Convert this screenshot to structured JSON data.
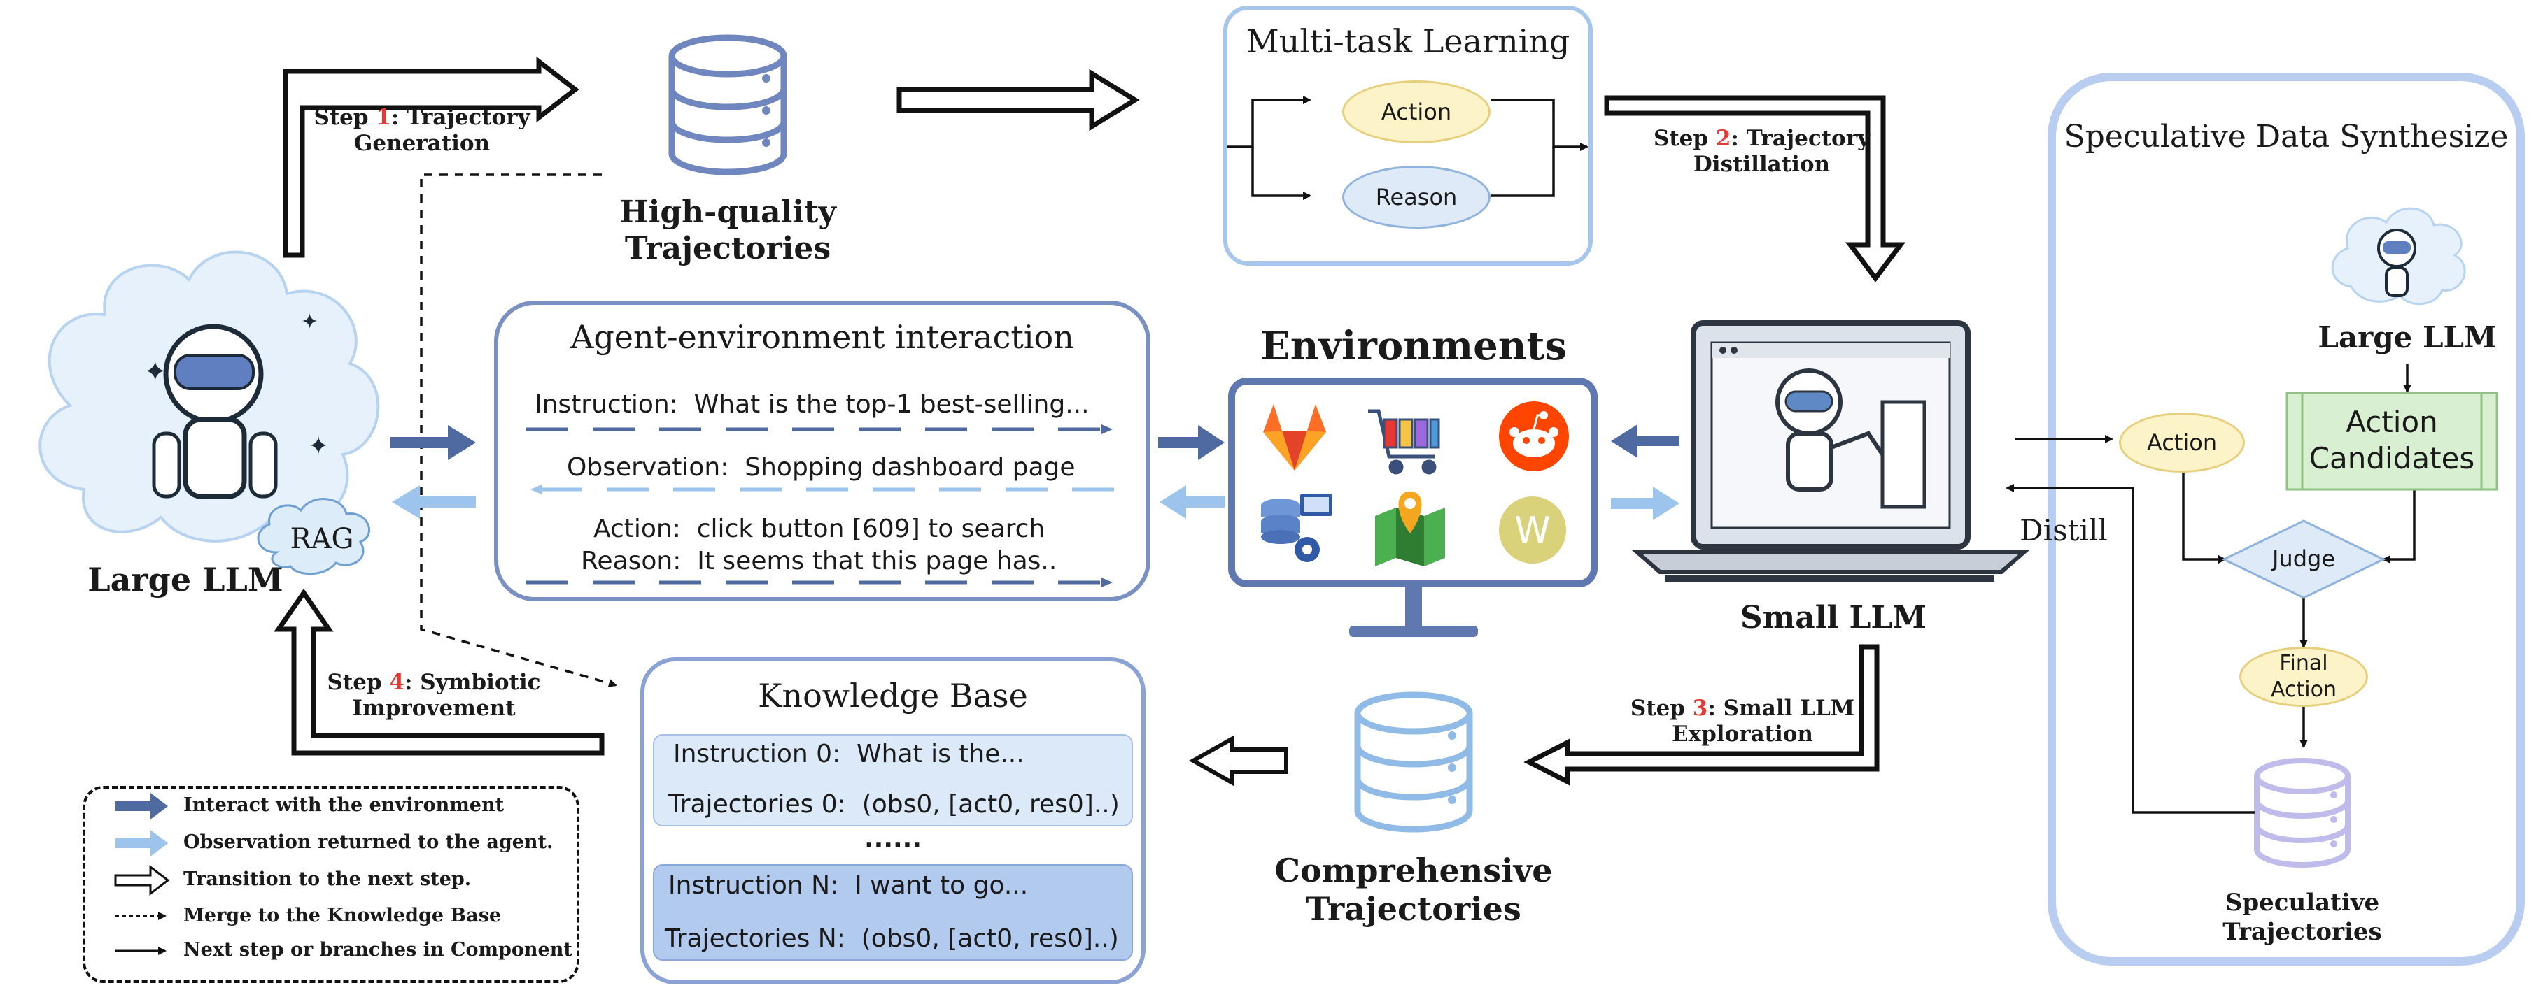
{
  "steps": {
    "step1": {
      "prefix": "Step ",
      "num": "1",
      "rest": ": Trajectory",
      "line2": "Generation"
    },
    "step2": {
      "prefix": "Step ",
      "num": "2",
      "rest": ": Trajectory",
      "line2": "Distillation"
    },
    "step3": {
      "prefix": "Step ",
      "num": "3",
      "rest": ": Small LLM",
      "line2": "Exploration"
    },
    "step4": {
      "prefix": "Step ",
      "num": "4",
      "rest": ": Symbiotic",
      "line2": "Improvement"
    }
  },
  "hq_trajectories": {
    "line1": "High-quality",
    "line2": "Trajectories"
  },
  "multitask": {
    "title": "Multi-task Learning",
    "action": "Action",
    "reason": "Reason"
  },
  "large_llm": {
    "label": "Large LLM",
    "rag": "RAG"
  },
  "interaction": {
    "title": "Agent-environment interaction",
    "rows": [
      {
        "key": "Instruction:",
        "value": "What is the top-1 best-selling..."
      },
      {
        "key": "Observation:",
        "value": "Shopping dashboard page"
      },
      {
        "key": "Action:",
        "value": "click button [609] to search"
      },
      {
        "key": "Reason:",
        "value": "It seems that this page has.."
      }
    ]
  },
  "environments": {
    "title": "Environments",
    "icons": [
      "gitlab-icon",
      "shopping-cart-icon",
      "reddit-icon",
      "cms-admin-icon",
      "map-icon",
      "wikipedia-icon"
    ],
    "wiki_letter": "W"
  },
  "small_llm": {
    "label": "Small LLM"
  },
  "knowledge_base": {
    "title": "Knowledge Base",
    "entries": [
      {
        "instr_key": "Instruction 0:",
        "instr_val": "What is the...",
        "traj_key": "Trajectories 0:",
        "traj_val": "(obs0, [act0, res0]..)"
      },
      {
        "instr_key": "Instruction N:",
        "instr_val": "I want to go...",
        "traj_key": "Trajectories N:",
        "traj_val": "(obs0, [act0, res0]..)"
      }
    ],
    "ellipsis": "......"
  },
  "comprehensive": {
    "line1": "Comprehensive",
    "line2": "Trajectories"
  },
  "speculative": {
    "title": "Speculative Data Synthesize",
    "large_llm": "Large LLM",
    "action": "Action",
    "candidates_line1": "Action",
    "candidates_line2": "Candidates",
    "judge": "Judge",
    "final_line1": "Final",
    "final_line2": "Action",
    "traj_line1": "Speculative",
    "traj_line2": "Trajectories",
    "distill": "Distill"
  },
  "legend": [
    {
      "icon": "dark-blue-arrow-icon",
      "text": "Interact with the environment"
    },
    {
      "icon": "light-blue-arrow-icon",
      "text": "Observation returned to the agent."
    },
    {
      "icon": "hollow-arrow-icon",
      "text": "Transition to the next step."
    },
    {
      "icon": "dotted-arrow-icon",
      "text": "Merge to the Knowledge Base"
    },
    {
      "icon": "thin-arrow-icon",
      "text": "Next step or branches in Component"
    }
  ],
  "colors": {
    "dark_blue": "#4f6aa0",
    "light_blue": "#9cc4ec",
    "panel_border": "#7a90c2",
    "kb_light": "#dce9f9",
    "kb_dark": "#b3caef",
    "spec_border": "#b9cdf0",
    "red": "#e53935",
    "oval_yellow": "#fdf3c8",
    "green": "#d9efd1"
  }
}
